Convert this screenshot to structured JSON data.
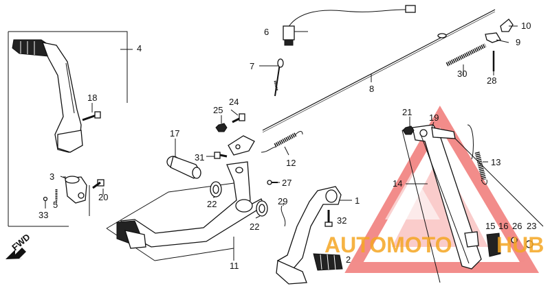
{
  "diagram": {
    "labels": {
      "l1": "1",
      "l2": "2",
      "l3": "3",
      "l4": "4",
      "l5": "5",
      "l6": "6",
      "l7": "7",
      "l8": "8",
      "l9": "9",
      "l10": "10",
      "l11": "11",
      "l12": "12",
      "l13": "13",
      "l14": "14",
      "l15": "15",
      "l16": "16",
      "l17": "17",
      "l18": "18",
      "l19": "19",
      "l20": "20",
      "l21": "21",
      "l22a": "22",
      "l22b": "22",
      "l23": "23",
      "l24": "24",
      "l25": "25",
      "l26": "26",
      "l27": "27",
      "l28": "28",
      "l29": "29",
      "l30": "30",
      "l31": "31",
      "l32": "32",
      "l33": "33"
    },
    "fwd_label": "FWD"
  },
  "watermark": {
    "text": "AUTOMOTO",
    "text2": "HUB",
    "color": "#e8302c",
    "text_color": "#f5a623"
  }
}
